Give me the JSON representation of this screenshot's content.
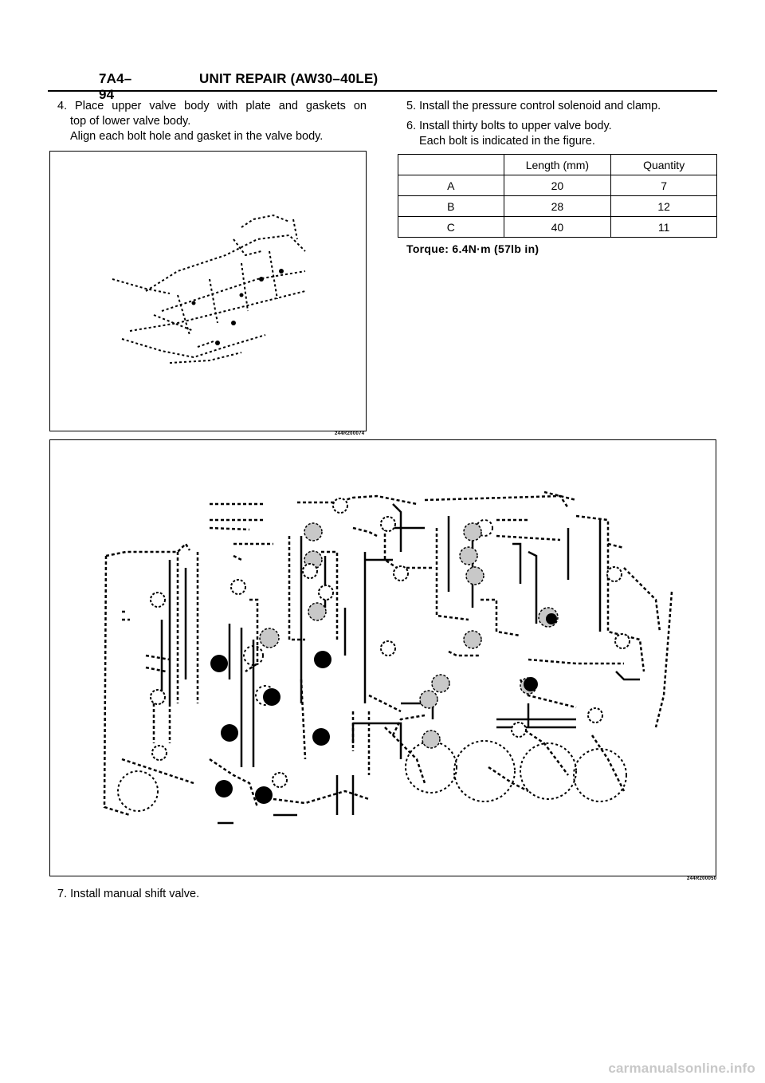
{
  "header": {
    "section": "7A4–94",
    "title": "UNIT REPAIR (AW30–40LE)"
  },
  "step4": {
    "line1": "4. Place upper valve body with plate and gaskets on",
    "line2": "top of lower valve body.",
    "line3": "Align each bolt hole and gasket in the valve body."
  },
  "step5": {
    "text": "5. Install the pressure control solenoid and clamp."
  },
  "step6": {
    "line1": "6. Install thirty bolts to upper valve body.",
    "line2": "Each bolt is indicated in the figure."
  },
  "bolt_table": {
    "headers": [
      "",
      "Length (mm)",
      "Quantity"
    ],
    "rows": [
      [
        "A",
        "20",
        "7"
      ],
      [
        "B",
        "28",
        "12"
      ],
      [
        "C",
        "40",
        "11"
      ]
    ]
  },
  "torque": "Torque: 6.4N·m (57lb in)",
  "figure1": {
    "code": "244R200074"
  },
  "figure2": {
    "code": "244R200050"
  },
  "step7": {
    "text": "7. Install manual shift valve."
  },
  "watermark": "carmanualsonline.info"
}
